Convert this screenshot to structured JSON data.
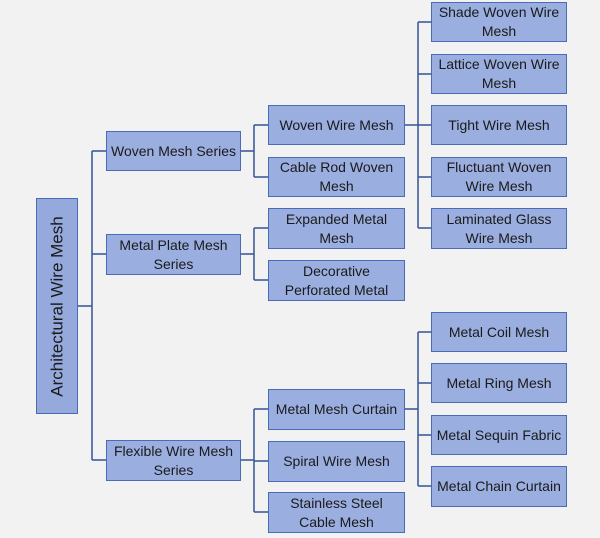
{
  "diagram": {
    "root": {
      "label": "Architectural Wire Mesh"
    },
    "level1": [
      {
        "id": "woven-mesh-series",
        "label": "Woven Mesh Series"
      },
      {
        "id": "metal-plate-mesh-series",
        "label": "Metal Plate Mesh\nSeries"
      },
      {
        "id": "flexible-wire-mesh-series",
        "label": "Flexible Wire Mesh\nSeries"
      }
    ],
    "level2": [
      {
        "id": "woven-wire-mesh",
        "parent": "woven-mesh-series",
        "label": "Woven Wire Mesh"
      },
      {
        "id": "cable-rod-woven-mesh",
        "parent": "woven-mesh-series",
        "label": "Cable Rod Woven\nMesh"
      },
      {
        "id": "expanded-metal-mesh",
        "parent": "metal-plate-mesh-series",
        "label": "Expanded Metal\nMesh"
      },
      {
        "id": "decorative-perforated-metal",
        "parent": "metal-plate-mesh-series",
        "label": "Decorative\nPerforated Metal"
      },
      {
        "id": "metal-mesh-curtain",
        "parent": "flexible-wire-mesh-series",
        "label": "Metal Mesh Curtain"
      },
      {
        "id": "spiral-wire-mesh",
        "parent": "flexible-wire-mesh-series",
        "label": "Spiral Wire Mesh"
      },
      {
        "id": "stainless-steel-cable-mesh",
        "parent": "flexible-wire-mesh-series",
        "label": "Stainless Steel\nCable Mesh"
      }
    ],
    "level3": [
      {
        "id": "shade-woven-wire-mesh",
        "parent": "woven-wire-mesh",
        "label": "Shade Woven Wire\nMesh"
      },
      {
        "id": "lattice-woven-wire-mesh",
        "parent": "woven-wire-mesh",
        "label": "Lattice Woven Wire\nMesh"
      },
      {
        "id": "tight-wire-mesh",
        "parent": "woven-wire-mesh",
        "label": "Tight Wire Mesh"
      },
      {
        "id": "fluctuant-woven-wire-mesh",
        "parent": "woven-wire-mesh",
        "label": "Fluctuant Woven\nWire Mesh"
      },
      {
        "id": "laminated-glass-wire-mesh",
        "parent": "woven-wire-mesh",
        "label": "Laminated Glass\nWire Mesh"
      },
      {
        "id": "metal-coil-mesh",
        "parent": "metal-mesh-curtain",
        "label": "Metal Coil Mesh"
      },
      {
        "id": "metal-ring-mesh",
        "parent": "metal-mesh-curtain",
        "label": "Metal Ring Mesh"
      },
      {
        "id": "metal-sequin-fabric",
        "parent": "metal-mesh-curtain",
        "label": "Metal Sequin Fabric"
      },
      {
        "id": "metal-chain-curtain",
        "parent": "metal-mesh-curtain",
        "label": "Metal Chain Curtain"
      }
    ]
  }
}
